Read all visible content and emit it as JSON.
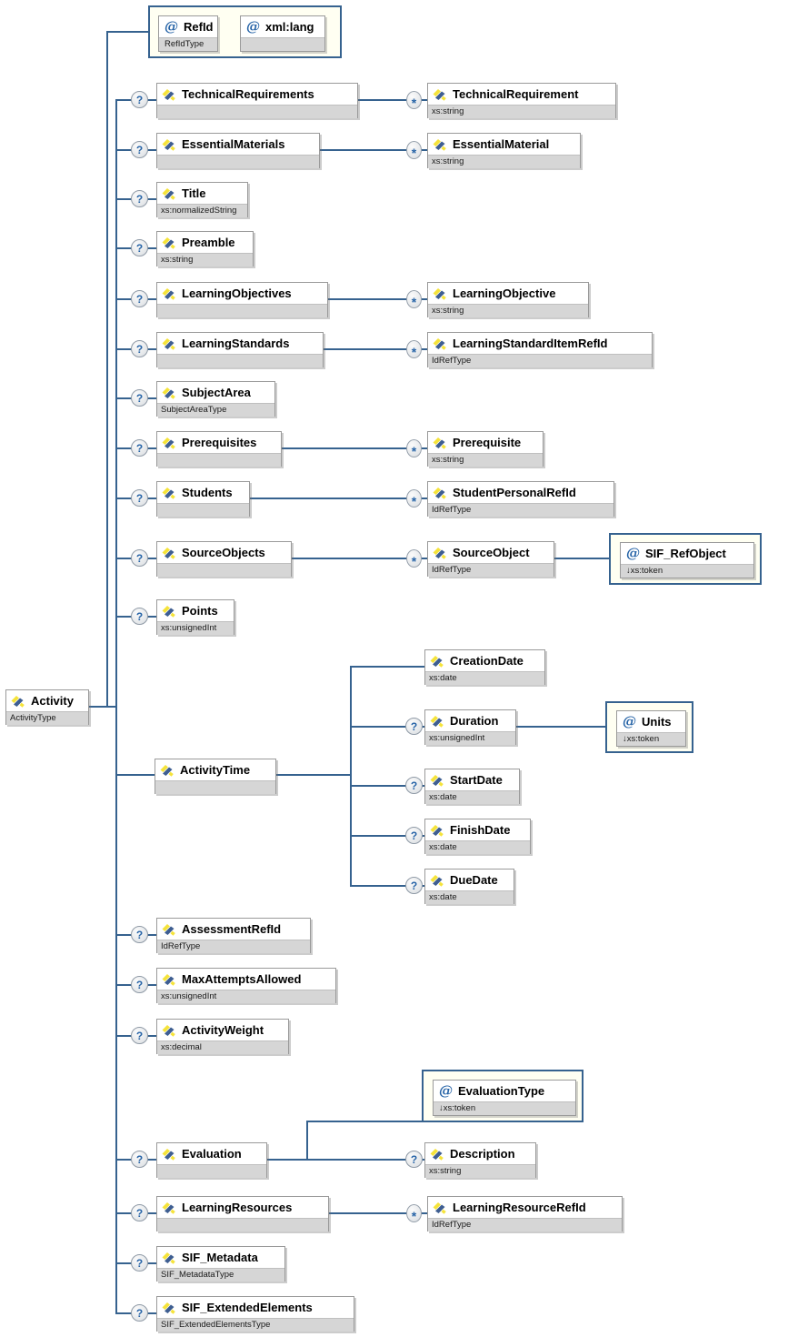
{
  "symbols": {
    "at": "@",
    "optional": "?",
    "repeating": "*"
  },
  "root": {
    "label": "Activity",
    "type": "ActivityType"
  },
  "attributes": {
    "refId": {
      "label": "RefId",
      "type": "RefIdType"
    },
    "xmlLang": {
      "label": "xml:lang",
      "type": ""
    },
    "sifRefObject": {
      "label": "SIF_RefObject",
      "type": "↓xs:token"
    },
    "units": {
      "label": "Units",
      "type": "↓xs:token"
    },
    "evaluationType": {
      "label": "EvaluationType",
      "type": "↓xs:token"
    }
  },
  "elements": {
    "technicalRequirements": {
      "label": "TechnicalRequirements",
      "type": "",
      "occurrence": "optional"
    },
    "technicalRequirement": {
      "label": "TechnicalRequirement",
      "type": "xs:string",
      "occurrence": "repeating"
    },
    "essentialMaterials": {
      "label": "EssentialMaterials",
      "type": "",
      "occurrence": "optional"
    },
    "essentialMaterial": {
      "label": "EssentialMaterial",
      "type": "xs:string",
      "occurrence": "repeating"
    },
    "title": {
      "label": "Title",
      "type": "xs:normalizedString",
      "occurrence": "optional"
    },
    "preamble": {
      "label": "Preamble",
      "type": "xs:string",
      "occurrence": "optional"
    },
    "learningObjectives": {
      "label": "LearningObjectives",
      "type": "",
      "occurrence": "optional"
    },
    "learningObjective": {
      "label": "LearningObjective",
      "type": "xs:string",
      "occurrence": "repeating"
    },
    "learningStandards": {
      "label": "LearningStandards",
      "type": "",
      "occurrence": "optional"
    },
    "learningStandardItemRefId": {
      "label": "LearningStandardItemRefId",
      "type": "IdRefType",
      "occurrence": "repeating"
    },
    "subjectArea": {
      "label": "SubjectArea",
      "type": "SubjectAreaType",
      "occurrence": "optional"
    },
    "prerequisites": {
      "label": "Prerequisites",
      "type": "",
      "occurrence": "optional"
    },
    "prerequisite": {
      "label": "Prerequisite",
      "type": "xs:string",
      "occurrence": "repeating"
    },
    "students": {
      "label": "Students",
      "type": "",
      "occurrence": "optional"
    },
    "studentPersonalRefId": {
      "label": "StudentPersonalRefId",
      "type": "IdRefType",
      "occurrence": "repeating"
    },
    "sourceObjects": {
      "label": "SourceObjects",
      "type": "",
      "occurrence": "optional"
    },
    "sourceObject": {
      "label": "SourceObject",
      "type": "IdRefType",
      "occurrence": "repeating"
    },
    "points": {
      "label": "Points",
      "type": "xs:unsignedInt",
      "occurrence": "optional"
    },
    "activityTime": {
      "label": "ActivityTime",
      "type": "",
      "occurrence": "required"
    },
    "creationDate": {
      "label": "CreationDate",
      "type": "xs:date",
      "occurrence": "required"
    },
    "duration": {
      "label": "Duration",
      "type": "xs:unsignedInt",
      "occurrence": "optional"
    },
    "startDate": {
      "label": "StartDate",
      "type": "xs:date",
      "occurrence": "optional"
    },
    "finishDate": {
      "label": "FinishDate",
      "type": "xs:date",
      "occurrence": "optional"
    },
    "dueDate": {
      "label": "DueDate",
      "type": "xs:date",
      "occurrence": "optional"
    },
    "assessmentRefId": {
      "label": "AssessmentRefId",
      "type": "IdRefType",
      "occurrence": "optional"
    },
    "maxAttemptsAllowed": {
      "label": "MaxAttemptsAllowed",
      "type": "xs:unsignedInt",
      "occurrence": "optional"
    },
    "activityWeight": {
      "label": "ActivityWeight",
      "type": "xs:decimal",
      "occurrence": "optional"
    },
    "evaluation": {
      "label": "Evaluation",
      "type": "",
      "occurrence": "optional"
    },
    "description": {
      "label": "Description",
      "type": "xs:string",
      "occurrence": "optional"
    },
    "learningResources": {
      "label": "LearningResources",
      "type": "",
      "occurrence": "optional"
    },
    "learningResourceRefId": {
      "label": "LearningResourceRefId",
      "type": "IdRefType",
      "occurrence": "repeating"
    },
    "sifMetadata": {
      "label": "SIF_Metadata",
      "type": "SIF_MetadataType",
      "occurrence": "optional"
    },
    "sifExtendedElements": {
      "label": "SIF_ExtendedElements",
      "type": "SIF_ExtendedElementsType",
      "occurrence": "optional"
    }
  }
}
